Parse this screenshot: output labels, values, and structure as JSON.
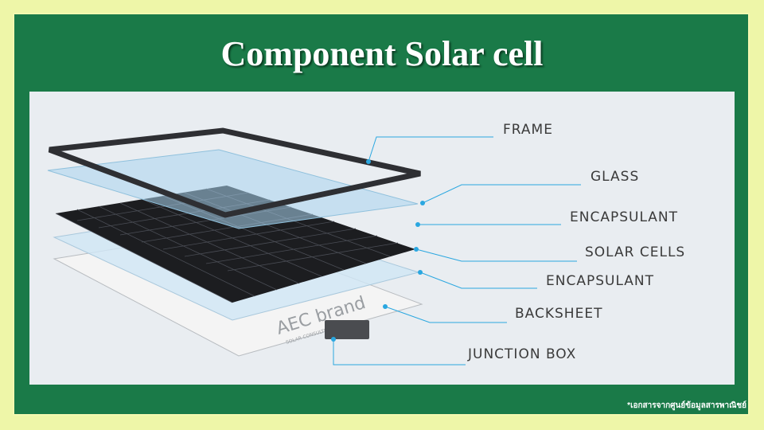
{
  "title": "Component Solar cell",
  "figure": {
    "labels": [
      "FRAME",
      "GLASS",
      "ENCAPSULANT",
      "SOLAR CELLS",
      "ENCAPSULANT",
      "BACKSHEET",
      "JUNCTION BOX"
    ],
    "logo": "AEC brand",
    "logo_tagline": "SOLAR CONSULTING SPACE",
    "accent": "#2aa7e0"
  },
  "footnote": "*เอกสารจากศูนย์ข้อมูลสารพาณิชย์"
}
